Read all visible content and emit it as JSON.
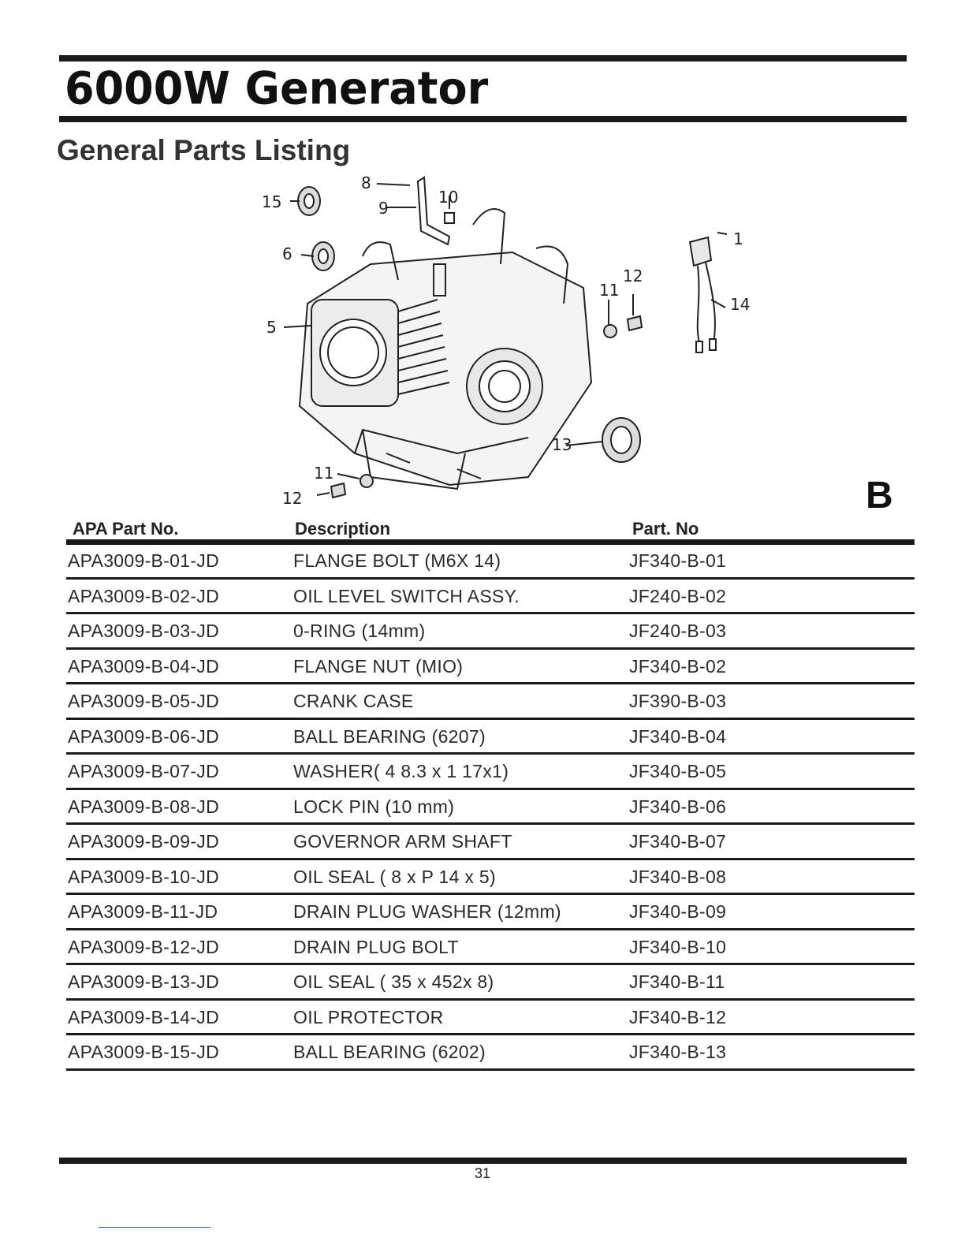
{
  "header": {
    "title": "6000W Generator"
  },
  "section": {
    "title": "General Parts Listing",
    "letter": "B"
  },
  "diagram": {
    "callouts": [
      "1",
      "5",
      "6",
      "8",
      "9",
      "10",
      "11",
      "12",
      "13",
      "14",
      "15",
      "11",
      "12"
    ]
  },
  "table": {
    "headers": {
      "apa_part_no": "APA Part No.",
      "description": "Description",
      "part_no": "Part. No"
    },
    "rows": [
      {
        "apa": "APA3009-B-01-JD",
        "desc": "FLANGE BOLT (M6X 14)",
        "part": "JF340-B-01"
      },
      {
        "apa": "APA3009-B-02-JD",
        "desc": "OIL LEVEL SWITCH ASSY.",
        "part": "JF240-B-02"
      },
      {
        "apa": "APA3009-B-03-JD",
        "desc": "0-RING (14mm)",
        "part": "JF240-B-03"
      },
      {
        "apa": "APA3009-B-04-JD",
        "desc": "FLANGE NUT (MIO)",
        "part": "JF340-B-02"
      },
      {
        "apa": "APA3009-B-05-JD",
        "desc": "CRANK CASE",
        "part": "JF390-B-03"
      },
      {
        "apa": "APA3009-B-06-JD",
        "desc": "BALL BEARING (6207)",
        "part": "JF340-B-04"
      },
      {
        "apa": "APA3009-B-07-JD",
        "desc": "WASHER( 4 8.3 x 1 17x1)",
        "part": "JF340-B-05"
      },
      {
        "apa": "APA3009-B-08-JD",
        "desc": "LOCK PIN (10 mm)",
        "part": "JF340-B-06"
      },
      {
        "apa": "APA3009-B-09-JD",
        "desc": "GOVERNOR ARM SHAFT",
        "part": "JF340-B-07"
      },
      {
        "apa": "APA3009-B-10-JD",
        "desc": "OIL SEAL ( 8 x P 14 x 5)",
        "part": "JF340-B-08"
      },
      {
        "apa": "APA3009-B-11-JD",
        "desc": "DRAIN PLUG WASHER (12mm)",
        "part": "JF340-B-09"
      },
      {
        "apa": "APA3009-B-12-JD",
        "desc": "DRAIN PLUG BOLT",
        "part": "JF340-B-10"
      },
      {
        "apa": "APA3009-B-13-JD",
        "desc": "OIL SEAL ( 35 x 452x 8)",
        "part": "JF340-B-11"
      },
      {
        "apa": "APA3009-B-14-JD",
        "desc": "OIL PROTECTOR",
        "part": "JF340-B-12"
      },
      {
        "apa": "APA3009-B-15-JD",
        "desc": "BALL BEARING (6202)",
        "part": "JF340-B-13"
      }
    ]
  },
  "footer": {
    "page_number": "31"
  }
}
